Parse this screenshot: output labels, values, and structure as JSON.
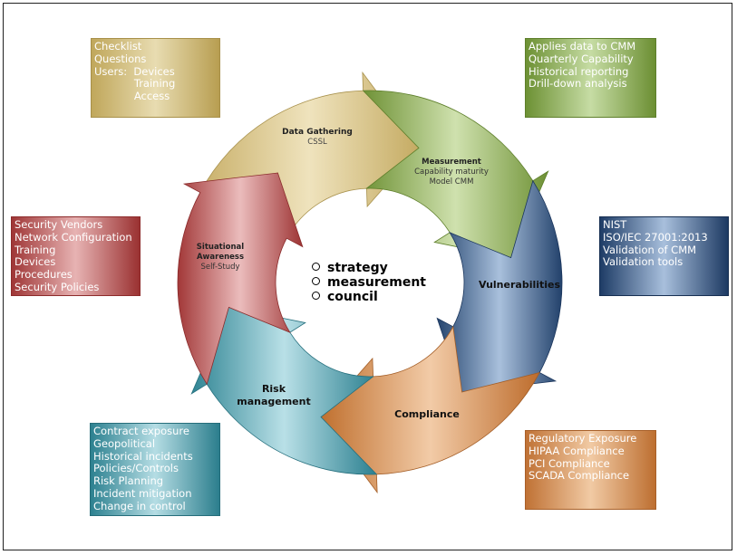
{
  "cycle": {
    "stages": [
      {
        "title": "Data Gathering",
        "subtitle": "CSSL"
      },
      {
        "title": "Measurement",
        "subtitle_lines": [
          "Capability maturity",
          "Model CMM"
        ]
      },
      {
        "title": "Vulnerabilities"
      },
      {
        "title": "Compliance"
      },
      {
        "title_lines": [
          "Risk",
          "management"
        ]
      },
      {
        "title_lines": [
          "Situational",
          "Awareness"
        ],
        "subtitle": "Self-Study"
      }
    ],
    "center": [
      "strategy",
      "measurement",
      "council"
    ],
    "colors": {
      "data_gathering": "#d8c48a",
      "measurement": "#8fae5a",
      "vulnerabilities": "#4b6a93",
      "compliance": "#cf8a4f",
      "risk_management": "#5aa3b0",
      "situational_awareness": "#b55757"
    }
  },
  "boxes": {
    "data_gathering": [
      "Checklist",
      "Questions",
      "Users:  Devices",
      "            Training",
      "            Access"
    ],
    "measurement": [
      "Applies data to CMM",
      "Quarterly Capability",
      "Historical reporting",
      "Drill-down analysis"
    ],
    "situational_awareness": [
      "Security Vendors",
      "Network Configuration",
      "Training",
      "Devices",
      "Procedures",
      "Security Policies"
    ],
    "vulnerabilities": [
      "NIST",
      "ISO/IEC 27001:2013",
      "Validation of CMM",
      "Validation tools"
    ],
    "risk_management": [
      "Contract exposure",
      "Geopolitical",
      "Historical incidents",
      "Policies/Controls",
      "Risk Planning",
      "Incident mitigation",
      "Change in control"
    ],
    "compliance": [
      "Regulatory Exposure",
      "HIPAA Compliance",
      "PCI Compliance",
      "SCADA Compliance"
    ]
  }
}
